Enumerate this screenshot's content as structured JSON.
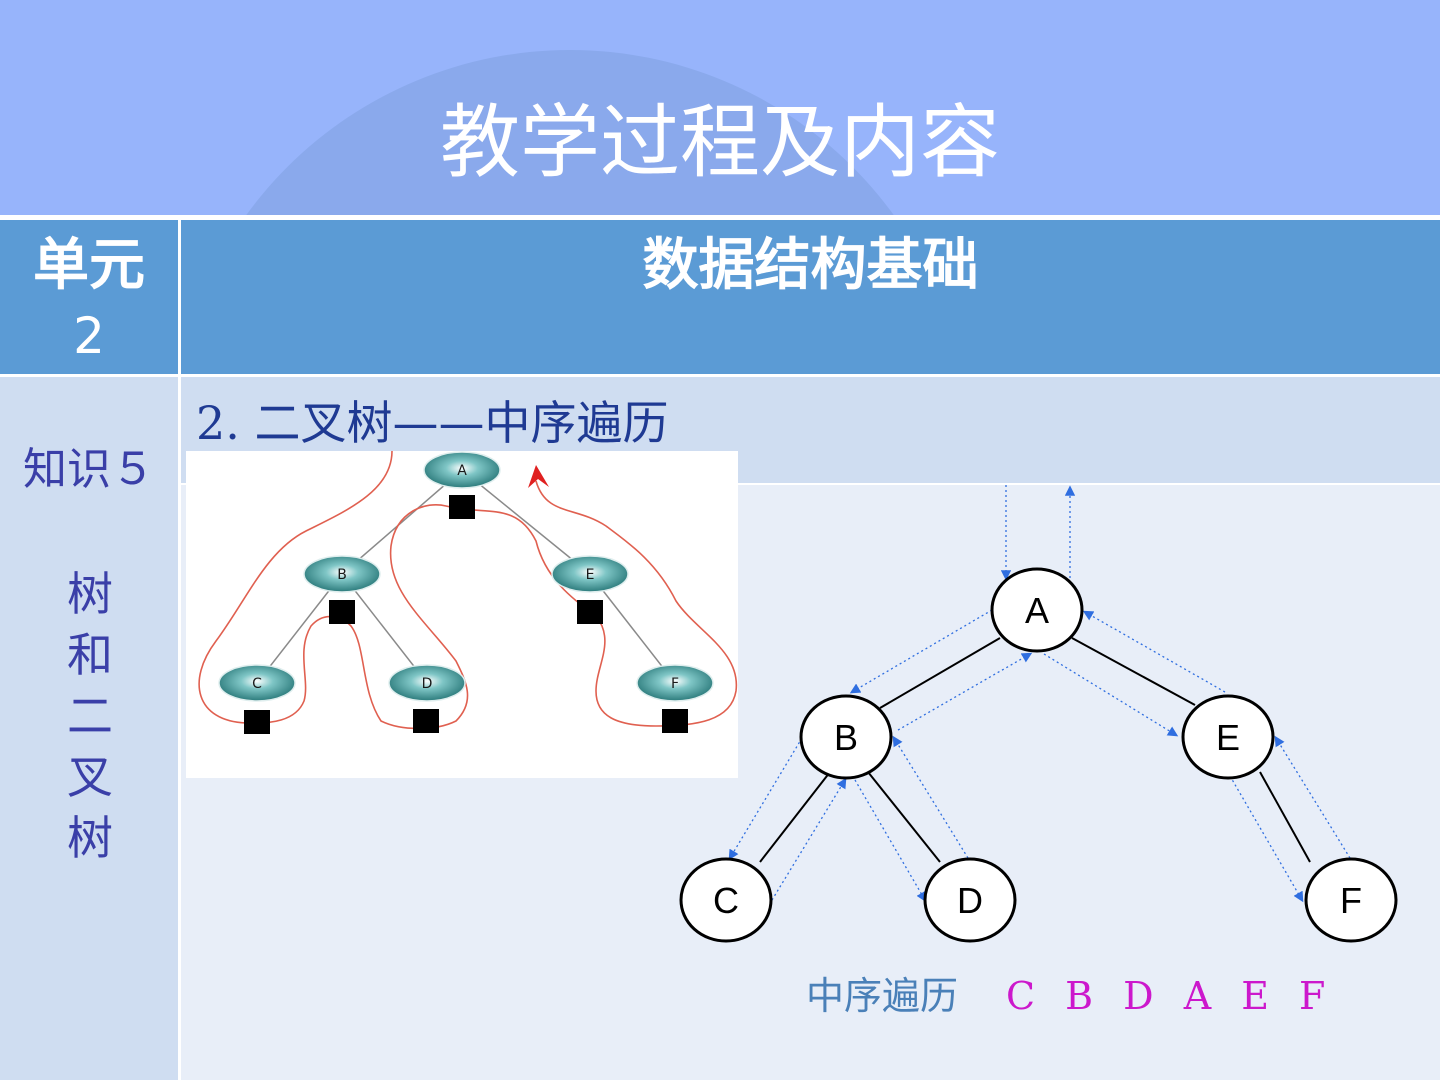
{
  "slide": {
    "title": "教学过程及内容"
  },
  "table": {
    "unit_label": "单元",
    "unit_number": "2",
    "header_title": "数据结构基础",
    "knowledge_label": "知识５",
    "knowledge_topic": "树和二叉树"
  },
  "section": {
    "number": "2.",
    "heading": " 二叉树——中序遍历"
  },
  "illustration_tree": {
    "nodes": [
      "A",
      "B",
      "E",
      "C",
      "D",
      "F"
    ]
  },
  "diagram_tree": {
    "nodes": [
      "A",
      "B",
      "E",
      "C",
      "D",
      "F"
    ]
  },
  "caption": {
    "label": "中序遍历",
    "sequence": "C B D A E F"
  },
  "colors": {
    "banner": "#97b4fb",
    "header": "#5b9bd5",
    "body_band": "#cfddf1",
    "body_main": "#e8eef8",
    "traversal_path": "#e06050",
    "dotted_arrow": "#2f6ee0",
    "sequence": "#cc18cc"
  }
}
